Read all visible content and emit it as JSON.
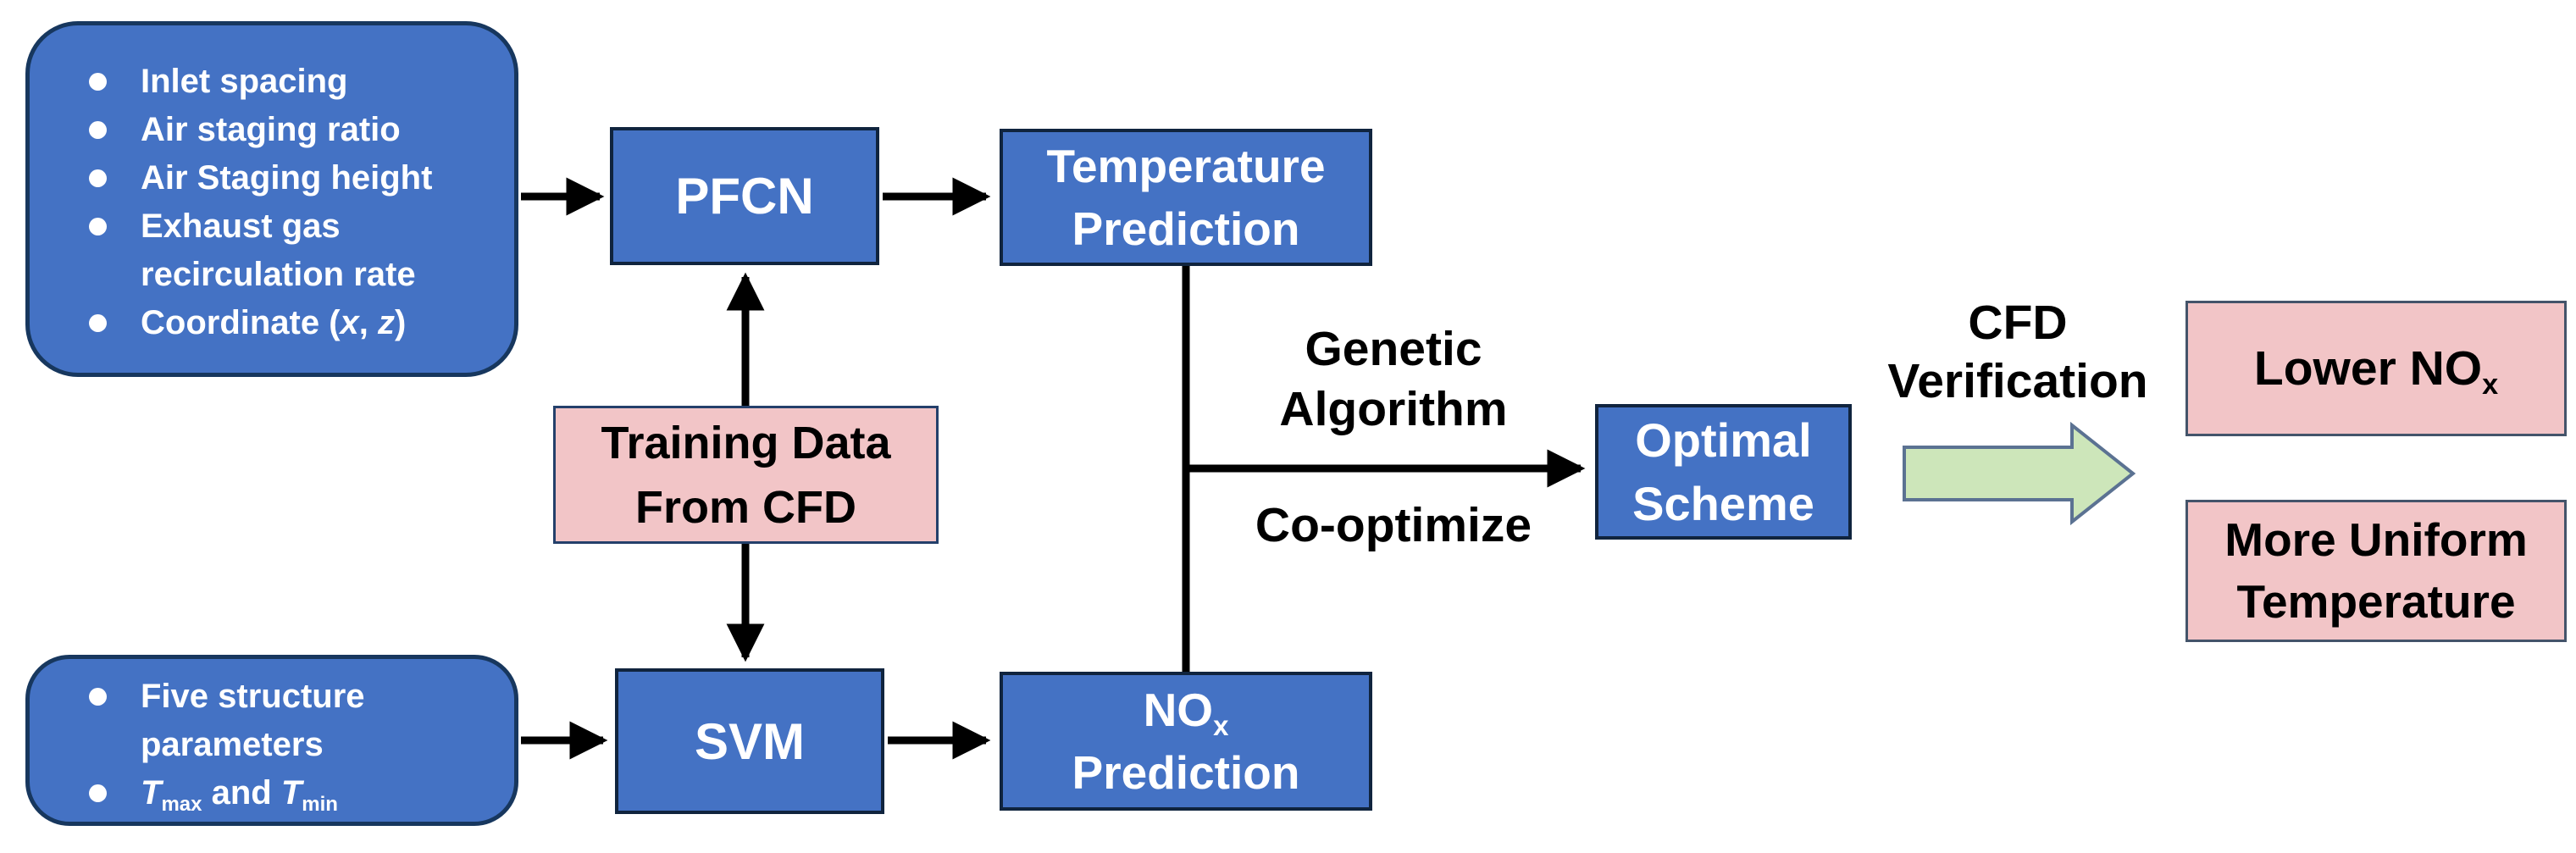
{
  "colors": {
    "node_blue": "#4472C4",
    "node_blue_border": "#10243E",
    "round_border": "#17375E",
    "pink": "#F2C5C7",
    "pink_border": "#24406B",
    "result_pink_border": "#44546A",
    "green": "#CDE6BA",
    "green_border": "#5B7292",
    "arrow_black": "#000000"
  },
  "pfcn_inputs": {
    "items": [
      "Inlet spacing",
      "Air staging ratio",
      "Air Staging height",
      "Exhaust gas recirculation rate"
    ],
    "coordinate": {
      "pre": "Coordinate (",
      "x": "x",
      "comma": ", ",
      "z": "z",
      "post": ")"
    }
  },
  "svm_inputs": {
    "item1": "Five structure parameters",
    "tmax_tmin": {
      "t1": "T",
      "sub1": "max",
      "mid": " and ",
      "t2": "T",
      "sub2": "min"
    }
  },
  "nodes": {
    "pfcn": "PFCN",
    "svm": "SVM",
    "training_data": {
      "line1": "Training Data",
      "line2": "From CFD"
    },
    "temperature_prediction": {
      "line1": "Temperature",
      "line2": "Prediction"
    },
    "nox_prediction": {
      "base": "NO",
      "sub": "x",
      "line2": "Prediction"
    },
    "optimal_scheme": {
      "line1": "Optimal",
      "line2": "Scheme"
    },
    "lower_nox": {
      "base": "Lower NO",
      "sub": "x"
    },
    "more_uniform": {
      "line1": "More Uniform",
      "line2": "Temperature"
    }
  },
  "labels": {
    "genetic_algorithm": {
      "line1": "Genetic",
      "line2": "Algorithm"
    },
    "co_optimize": "Co-optimize",
    "cfd_verification": {
      "line1": "CFD",
      "line2": "Verification"
    }
  }
}
